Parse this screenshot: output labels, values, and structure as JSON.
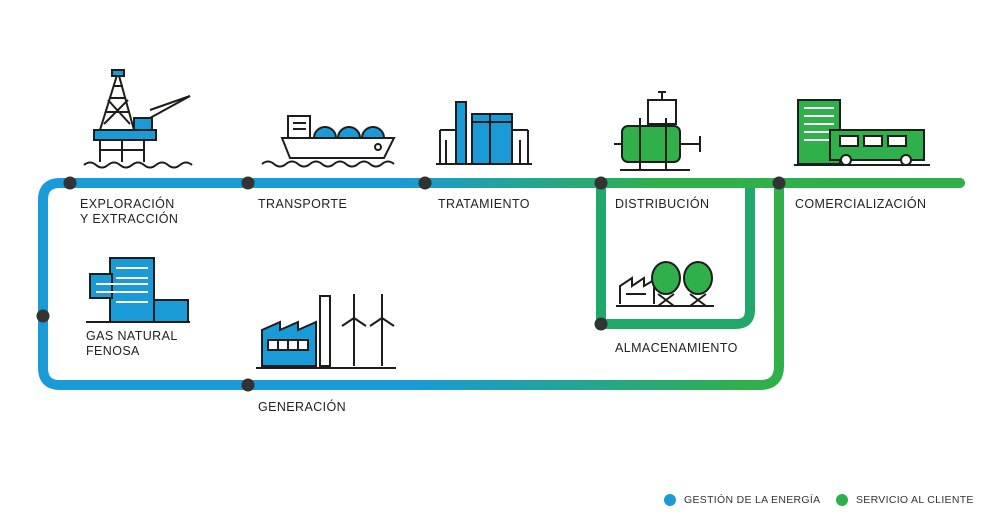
{
  "colors": {
    "gestion": "#1a9ad6",
    "servicio": "#2fb04a",
    "node": "#333333",
    "ink": "#1d1d1b"
  },
  "stages": {
    "exploracion": {
      "line1": "EXPLORACIÓN",
      "line2": "Y EXTRACCIÓN"
    },
    "transporte": "TRANSPORTE",
    "tratamiento": "TRATAMIENTO",
    "distribucion": "DISTRIBUCIÓN",
    "comercializacion": "COMERCIALIZACIÓN",
    "gas_natural": {
      "line1": "GAS NATURAL",
      "line2": "FENOSA"
    },
    "generacion": "GENERACIÓN",
    "almacenamiento": "ALMACENAMIENTO"
  },
  "legend": {
    "gestion": "GESTIÓN DE LA ENERGÍA",
    "servicio": "SERVICIO AL CLIENTE"
  }
}
